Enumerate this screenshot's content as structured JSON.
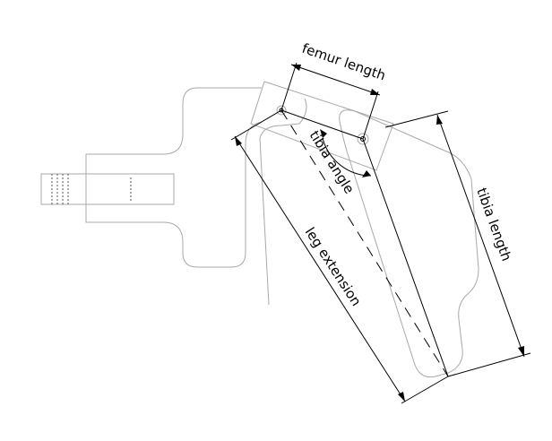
{
  "diagram": {
    "labels": {
      "femur_length": "femur length",
      "tibia_angle": "tibia angle",
      "tibia_length": "tibia length",
      "leg_extension": "leg extension"
    },
    "colors": {
      "outline": "#a8a8a8",
      "dimension_lines": "#000000",
      "background": "#ffffff"
    }
  }
}
